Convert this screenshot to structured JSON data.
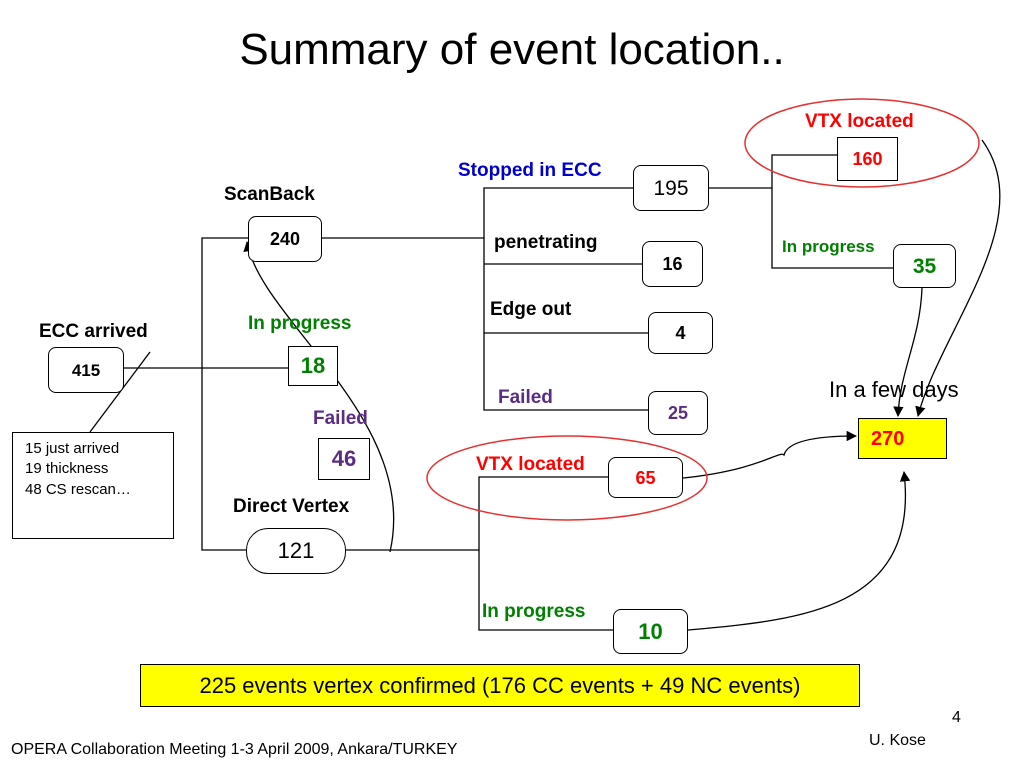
{
  "slide": {
    "title": "Summary of event location..",
    "page_number": "4",
    "author": "U. Kose",
    "footer": "OPERA Collaboration Meeting 1-3 April 2009, Ankara/TURKEY"
  },
  "colors": {
    "located": "#ff0000",
    "progress": "#008000",
    "stopped": "#0000cc",
    "failed": "#5b2c83",
    "highlight": "#ffff00"
  },
  "nodes": {
    "ecc_arrived": {
      "label": "ECC arrived",
      "value": "415"
    },
    "note_lines": [
      "15 just arrived",
      "19 thickness",
      "48 CS rescan…"
    ],
    "scanback": {
      "label": "ScanBack",
      "value": "240"
    },
    "sb_in_progress": {
      "label": "In progress",
      "value": "18"
    },
    "sb_failed": {
      "label": "Failed",
      "value": "46"
    },
    "direct_vertex": {
      "label": "Direct Vertex",
      "value": "121"
    },
    "stopped": {
      "label": "Stopped in ECC",
      "value": "195"
    },
    "penetrating": {
      "label": "penetrating",
      "value": "16"
    },
    "edge_out": {
      "label": "Edge out",
      "value": "4"
    },
    "failed": {
      "label": "Failed",
      "value": "25"
    },
    "vtx_top": {
      "label": "VTX located",
      "value": "160"
    },
    "top_in_progress": {
      "label": "In progress",
      "value": "35"
    },
    "vtx_dv": {
      "label": "VTX located",
      "value": "65"
    },
    "dv_in_progress": {
      "label": "In progress",
      "value": "10"
    },
    "few_days": {
      "label": "In a few days",
      "value": "270"
    }
  },
  "summary": "225 events vertex confirmed (176 CC events + 49 NC events)"
}
